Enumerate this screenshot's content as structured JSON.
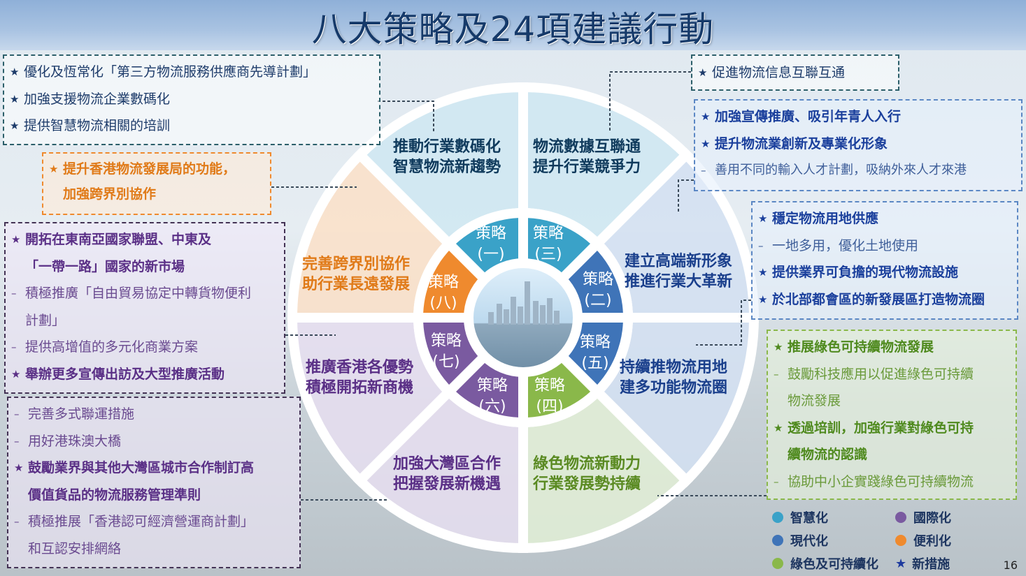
{
  "title": "八大策略及24項建議行動",
  "page_number": "16",
  "colors": {
    "smart": "#3aa2c8",
    "international": "#7a5aa0",
    "modern": "#3f74b8",
    "convenience": "#ef8a2e",
    "green": "#8ab84a",
    "new_measure": "#1d3a9e"
  },
  "icons": {
    "new_measure": "star-icon",
    "existing_measure": "dash-icon"
  },
  "strategies": [
    {
      "tag": "策略",
      "num": "(一)",
      "line1": "推動行業數碼化",
      "line2": "智慧物流新趨勢"
    },
    {
      "tag": "策略",
      "num": "(二)",
      "line1": "建立高端新形象",
      "line2": "推進行業大革新"
    },
    {
      "tag": "策略",
      "num": "(三)",
      "line1": "物流數據互聯通",
      "line2": "提升行業競爭力"
    },
    {
      "tag": "策略",
      "num": "(四)",
      "line1": "綠色物流新動力",
      "line2": "行業發展勢持續"
    },
    {
      "tag": "策略",
      "num": "(五)",
      "line1": "持續推物流用地",
      "line2": "建多功能物流圈"
    },
    {
      "tag": "策略",
      "num": "(六)",
      "line1": "加強大灣區合作",
      "line2": "把握發展新機遇"
    },
    {
      "tag": "策略",
      "num": "(七)",
      "line1": "推廣香港各優勢",
      "line2": "積極開拓新商機"
    },
    {
      "tag": "策略",
      "num": "(八)",
      "line1": "完善跨界別協作",
      "line2": "助行業長遠發展"
    }
  ],
  "boxes": {
    "s1": [
      "優化及恆常化「第三方物流服務供應商先導計劃」",
      "加強支援物流企業數碼化",
      "提供智慧物流相關的培訓"
    ],
    "s8": [
      "提升香港物流發展局的功能，",
      "加強跨界別協作"
    ],
    "s7": [
      "開拓在東南亞國家聯盟、中東及",
      "「一帶一路」國家的新市場",
      "積極推廣「自由貿易協定中轉貨物便利",
      "計劃」",
      "提供高增值的多元化商業方案",
      "舉辦更多宣傳出訪及大型推廣活動"
    ],
    "s6": [
      "完善多式聯運措施",
      "用好港珠澳大橋",
      "鼓勵業界與其他大灣區城市合作制訂高",
      "價值貨品的物流服務管理準則",
      "積極推展「香港認可經濟營運商計劃」",
      "和互認安排網絡"
    ],
    "s3": [
      "促進物流信息互聯互通"
    ],
    "s2": [
      "加強宣傳推廣、吸引年青人入行",
      "提升物流業創新及專業化形象",
      "善用不同的輸入人才計劃，吸納外來人才來港"
    ],
    "s5": [
      "穩定物流用地供應",
      "一地多用，優化土地使用",
      "提供業界可負擔的現代物流設施",
      "於北部都會區的新發展區打造物流圈"
    ],
    "s4": [
      "推展綠色可持續物流發展",
      "鼓勵科技應用以促進綠色可持續",
      "物流發展",
      "透過培訓，加強行業對綠色可持",
      "續物流的認識",
      "協助中小企實踐綠色可持續物流"
    ]
  },
  "legend": {
    "smart": "智慧化",
    "international": "國際化",
    "modern": "現代化",
    "convenience": "便利化",
    "green": "綠色及可持續化",
    "new_measure": "新措施"
  }
}
